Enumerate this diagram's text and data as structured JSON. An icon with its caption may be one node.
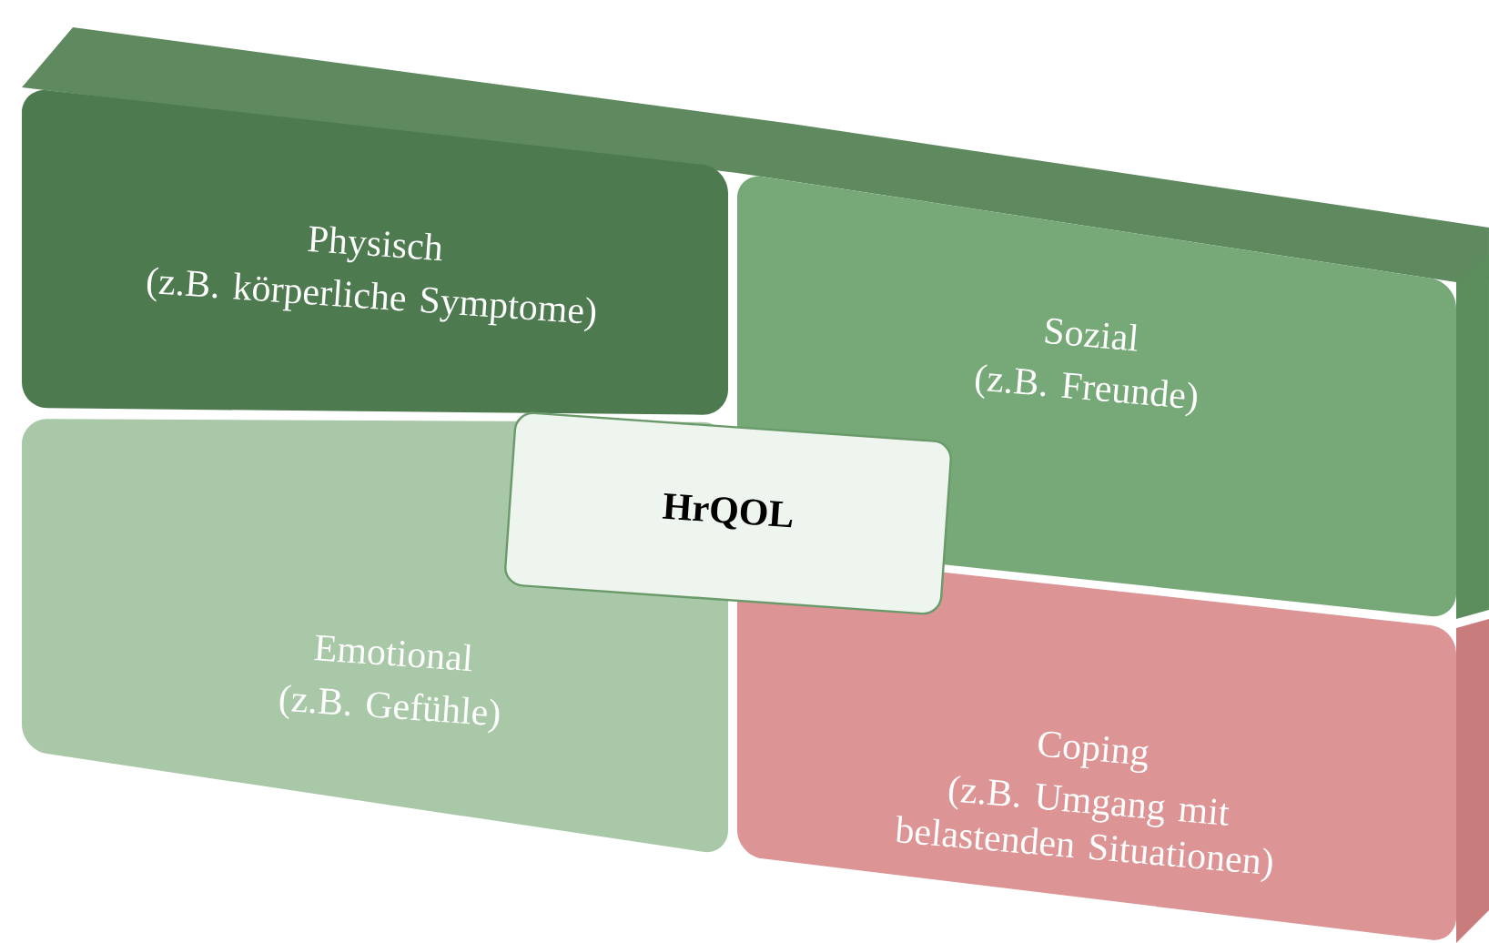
{
  "diagram": {
    "nodes": [
      {
        "text": [
          "Physisch",
          "(z.B. körperliche Symptome)"
        ]
      },
      {
        "text": [
          "Sozial",
          "(z.B. Freunde)"
        ]
      },
      {
        "text": [
          "Emotional",
          "(z.B. Gefühle)"
        ]
      },
      {
        "text": [
          "Coping",
          "(z.B. Umgang mit belastenden Situationen)"
        ]
      },
      {
        "text": [
          "HrQOL"
        ]
      }
    ]
  }
}
